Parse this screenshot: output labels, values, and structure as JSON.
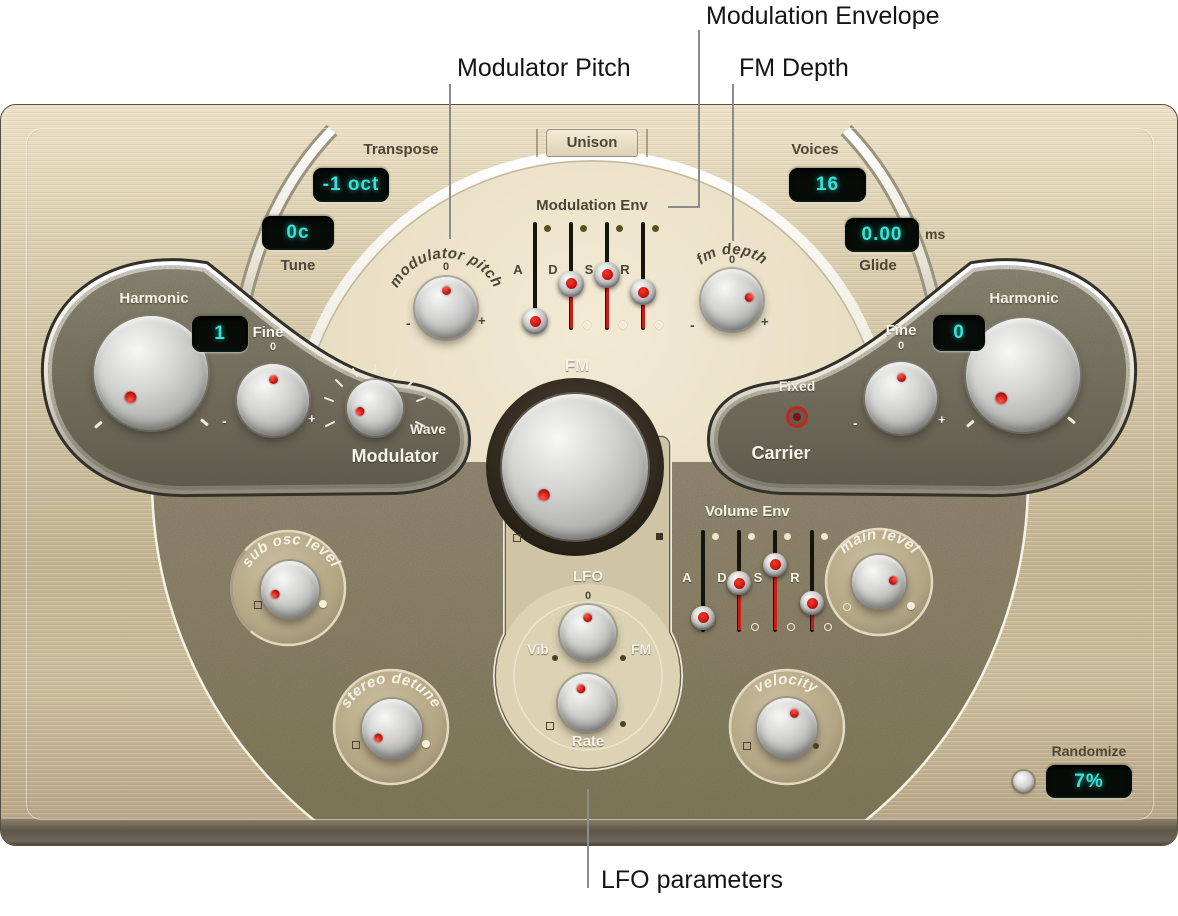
{
  "annotations": {
    "modulation_envelope": "Modulation Envelope",
    "modulator_pitch": "Modulator Pitch",
    "fm_depth": "FM Depth",
    "lfo_parameters": "LFO parameters"
  },
  "top": {
    "transpose_label": "Transpose",
    "transpose_value": "-1 oct",
    "tune_label": "Tune",
    "tune_value": "0c",
    "unison_label": "Unison",
    "voices_label": "Voices",
    "voices_value": "16",
    "glide_label": "Glide",
    "glide_value": "0.00",
    "glide_unit": "ms"
  },
  "mod_env": {
    "title": "Modulation Env",
    "adsr": [
      "A",
      "D",
      "S",
      "R"
    ],
    "values_pct": [
      8,
      43,
      51,
      35
    ]
  },
  "volume_env": {
    "title": "Volume Env",
    "adsr": [
      "A",
      "D",
      "S",
      "R"
    ],
    "values_pct": [
      14,
      48,
      66,
      28
    ]
  },
  "marks": {
    "minus": "-",
    "plus": "+",
    "zero": "0"
  },
  "modulator": {
    "harmonic_label": "Harmonic",
    "harmonic_display": "1",
    "fine_label": "Fine",
    "wave_label": "Wave",
    "title": "Modulator"
  },
  "carrier": {
    "harmonic_label": "Harmonic",
    "harmonic_display": "0",
    "fine_label": "Fine",
    "fixed_label": "Fixed",
    "title": "Carrier"
  },
  "center": {
    "fm_label": "FM",
    "lfo_label": "LFO",
    "vib_label": "Vib",
    "fm_right_label": "FM",
    "rate_label": "Rate",
    "mod_pitch_label": "modulator pitch",
    "fm_depth_label": "fm depth"
  },
  "lower": {
    "sub_osc_label": "sub osc level",
    "stereo_detune_label": "stereo detune",
    "velocity_label": "velocity",
    "main_level_label": "main level"
  },
  "footer": {
    "randomize_label": "Randomize",
    "randomize_value": "7%"
  },
  "knob_angles": {
    "modulator_pitch": 0,
    "fm_depth": 80,
    "fm": -132,
    "mod_harmonic": -140,
    "mod_fine": 0,
    "wave": -105,
    "car_fine": 0,
    "car_harmonic": -137,
    "lfo": -3,
    "rate": -25,
    "sub_osc": -108,
    "stereo_detune": -125,
    "velocity": 25,
    "main_level": 82
  },
  "colors": {
    "lcd_text": "#36e3d4",
    "indicator_red": "#c0150f",
    "fixed_led_red": "#c3251c",
    "callout_line": "#8c8c8c"
  }
}
